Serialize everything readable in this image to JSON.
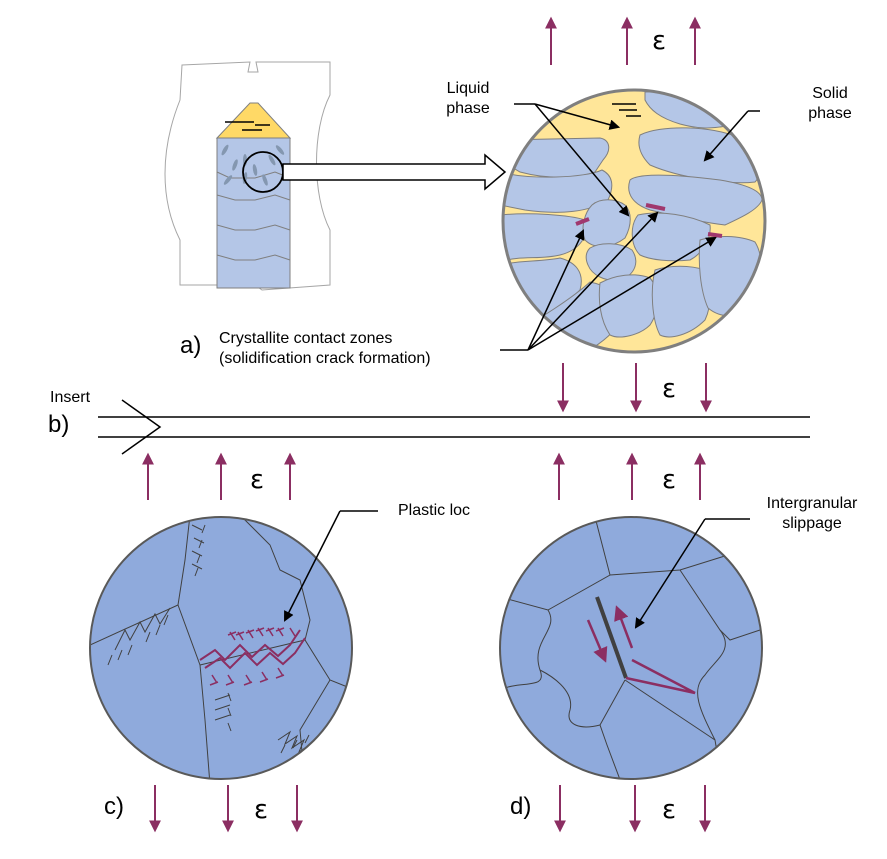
{
  "labels": {
    "liquid_phase_1": "Liquid",
    "liquid_phase_2": "phase",
    "solid_phase_1": "Solid",
    "solid_phase_2": "phase",
    "contact_zones_1": "Crystallite contact zones",
    "contact_zones_2": "(solidification crack formation)",
    "insert": "Insert",
    "plastic_loc": "Plastic loc",
    "intergranular_1": "Intergranular",
    "intergranular_2": "slippage"
  },
  "panels": {
    "a": "a)",
    "b": "b)",
    "c": "c)",
    "d": "d)"
  },
  "strain_symbol": "ε",
  "colors": {
    "grain": "#b4c6e7",
    "grain_dark": "#8faadc",
    "liquid": "#ffe699",
    "weld_pool": "#ffd966",
    "arrow": "#8b2e62",
    "outline": "#595959"
  }
}
